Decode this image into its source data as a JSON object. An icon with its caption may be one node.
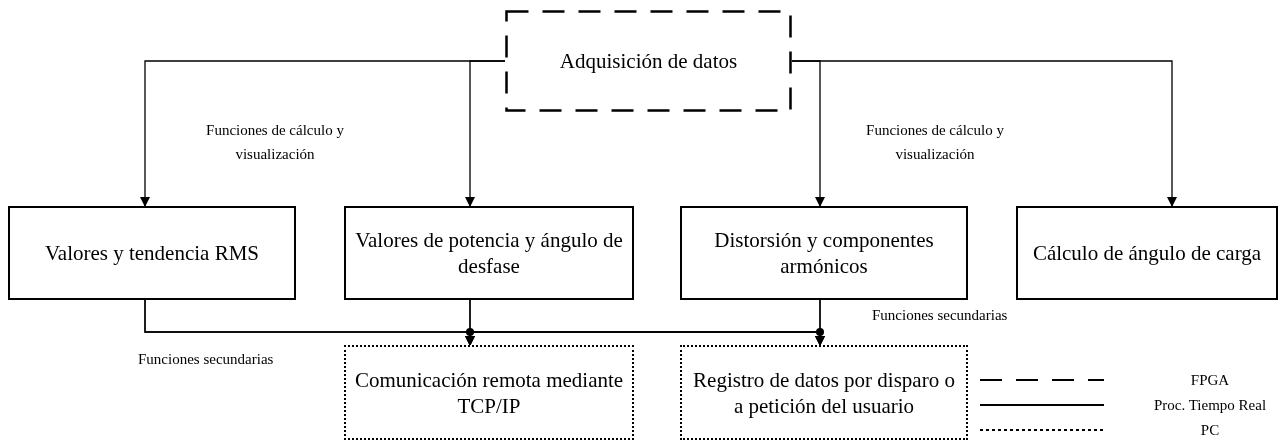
{
  "diagram": {
    "nodes": [
      {
        "text": [
          "Adquisición de datos"
        ]
      },
      {
        "text": [
          "Valores y tendencia RMS"
        ]
      },
      {
        "text": [
          "Valores de potencia y ángulo de desfase"
        ]
      },
      {
        "text": [
          "Distorsión y componentes armónicos"
        ]
      },
      {
        "text": [
          "Cálculo de ángulo de carga"
        ]
      },
      {
        "text": [
          "Comunicación remota mediante TCP/IP"
        ]
      },
      {
        "text": [
          "Registro de datos por disparo o a petición del usuario"
        ]
      }
    ],
    "edges": [
      {
        "from": 0,
        "to": 1,
        "arrow": "to",
        "label": "Funciones de cálculo y visualización"
      },
      {
        "from": 0,
        "to": 2,
        "arrow": "to"
      },
      {
        "from": 0,
        "to": 3,
        "arrow": "to"
      },
      {
        "from": 0,
        "to": 4,
        "arrow": "to",
        "label": "Funciones de cálculo y visualización"
      },
      {
        "from": 1,
        "to": 5,
        "arrow": "to"
      },
      {
        "from": 2,
        "to": 5,
        "arrow": "to"
      },
      {
        "from": 3,
        "to": 5,
        "arrow": "to"
      },
      {
        "from": 1,
        "to": 6,
        "arrow": "to"
      },
      {
        "from": 2,
        "to": 6,
        "arrow": "to"
      },
      {
        "from": 3,
        "to": 6,
        "arrow": "to"
      }
    ],
    "labels": [
      "Funciones secundarias",
      "Funciones secundarias"
    ],
    "legend": [
      {
        "text": "FPGA"
      },
      {
        "text": "Proc. Tiempo Real"
      },
      {
        "text": "PC"
      }
    ]
  }
}
